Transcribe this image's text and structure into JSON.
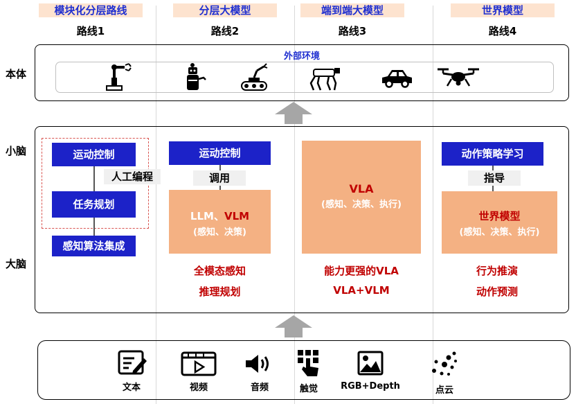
{
  "columns": [
    {
      "header": "模块化分层路线",
      "route": "路线1"
    },
    {
      "header": "分层大模型",
      "route": "路线2"
    },
    {
      "header": "端到端大模型",
      "route": "路线3"
    },
    {
      "header": "世界模型",
      "route": "路线4"
    }
  ],
  "rows": {
    "body": "本体",
    "cerebellum": "小脑",
    "cerebrum": "大脑"
  },
  "body_panel": {
    "title": "外部环境"
  },
  "route1": {
    "motion": "运动控制",
    "manual": "人工编程",
    "task": "任务规划",
    "perception": "感知算法集成"
  },
  "route2": {
    "motion": "运动控制",
    "call": "调用",
    "model_line1_a": "LLM、",
    "model_line1_b": "VLM",
    "model_line2": "(感知、决策)",
    "cap1": "全模态感知",
    "cap2": "推理规划"
  },
  "route3": {
    "model": "VLA",
    "model_sub": "(感知、决策、执行)",
    "cap1": "能力更强的VLA",
    "cap2": "VLA+VLM"
  },
  "route4": {
    "action": "动作策略学习",
    "guide": "指导",
    "model": "世界模型",
    "model_sub": "(感知、决策、执行)",
    "cap1": "行为推演",
    "cap2": "动作预测"
  },
  "inputs": [
    {
      "label": "文本",
      "icon": "text-edit-icon"
    },
    {
      "label": "视频",
      "icon": "video-icon"
    },
    {
      "label": "音频",
      "icon": "audio-icon"
    },
    {
      "label": "触觉",
      "icon": "touch-icon"
    },
    {
      "label": "RGB+Depth",
      "icon": "image-icon"
    },
    {
      "label": "点云",
      "icon": "point-cloud-icon"
    }
  ],
  "colors": {
    "blue": "#1c22c8",
    "orange": "#f4b183",
    "red": "#c00000",
    "header_bg": "#fde3cf",
    "header_text": "#1f2fd0",
    "arrow": "#a6a6a6"
  }
}
